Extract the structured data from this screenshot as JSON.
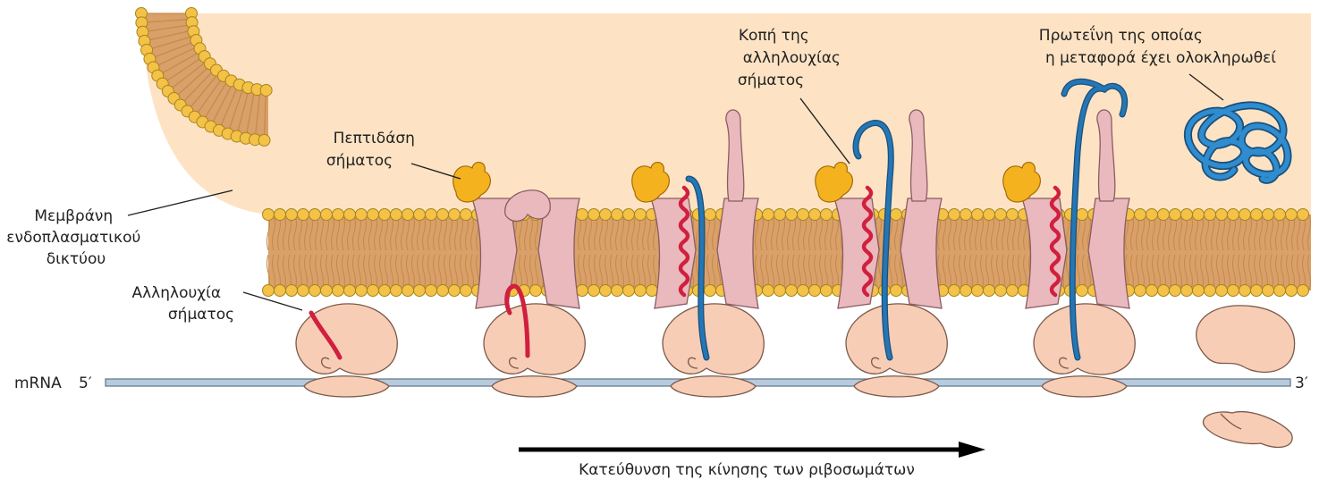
{
  "labels": {
    "er_membrane": [
      "Μεμβράνη",
      "ενδοπλασματικού",
      "δικτύου"
    ],
    "signal_sequence": [
      "Αλληλουχία",
      "σήματος"
    ],
    "signal_peptidase": [
      "Πεπτιδάση",
      "σήματος"
    ],
    "signal_cleavage": [
      "Κοπή της",
      "αλληλουχίας",
      "σήματος"
    ],
    "completed_protein": [
      "Πρωτεΐνη της οποίας",
      "η μεταφορά έχει ολοκληρωθεί"
    ],
    "mrna": "mRNA",
    "five_prime": "5′",
    "three_prime": "3′",
    "direction": "Κατεύθυνση της κίνησης των ριβοσωμάτων"
  },
  "colors": {
    "lumen": "#fde3c4",
    "lipid_head": "#f3c247",
    "lipid_head_stroke": "#a8841e",
    "lipid_tail": "#c78a4b",
    "membrane_core": "#d9a06a",
    "ribosome": "#f8cdb6",
    "ribosome_stroke": "#7a5a4a",
    "translocon": "#e9b9bd",
    "translocon_stroke": "#8a5d62",
    "signal_peptidase": "#f5b21f",
    "signal_sequence": "#d11f3e",
    "protein_chain": "#2476b5",
    "mrna": "#b8cbdd",
    "arrow": "#000000"
  }
}
